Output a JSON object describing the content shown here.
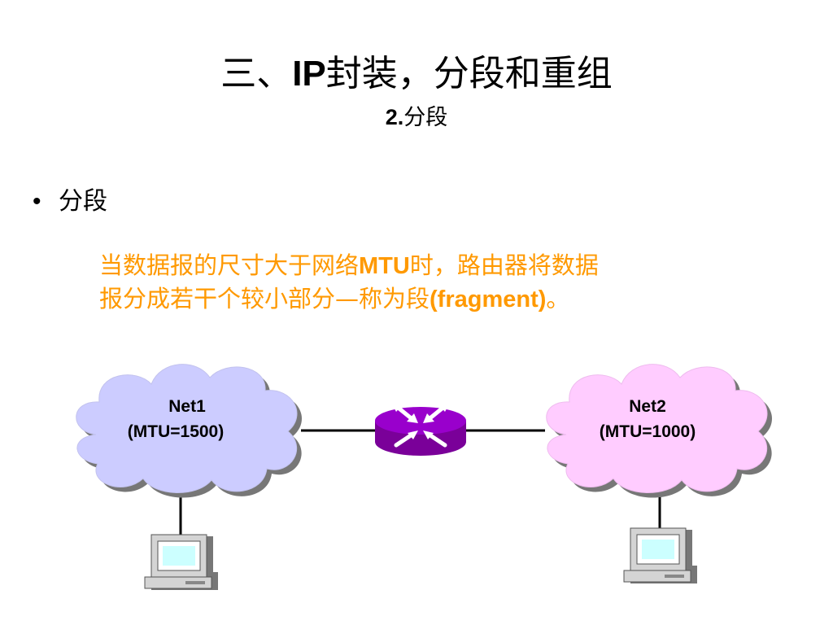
{
  "title": {
    "prefix": "三、",
    "bold": "IP",
    "suffix": "封装，分段和重组"
  },
  "subtitle": {
    "num": "2.",
    "text": "分段"
  },
  "bullet": {
    "symbol": "•",
    "text": "分段"
  },
  "paragraph": {
    "line1_a": "当数据报的尺寸大于网络",
    "line1_bold": "MTU",
    "line1_b": "时，路由器将数据",
    "line2_a": "报分成若干个较小部分—称为段",
    "line2_bold": "(fragment)",
    "line2_b": "。",
    "color": "#ff9900"
  },
  "diagram": {
    "net1": {
      "name": "Net1",
      "mtu": "(MTU=1500)",
      "color": "#ccccff"
    },
    "net2": {
      "name": "Net2",
      "mtu": "(MTU=1000)",
      "color": "#ffccff"
    },
    "router": {
      "icon": "router-icon",
      "color": "#9900cc"
    },
    "hosts": [
      "computer-icon",
      "computer-icon"
    ]
  }
}
